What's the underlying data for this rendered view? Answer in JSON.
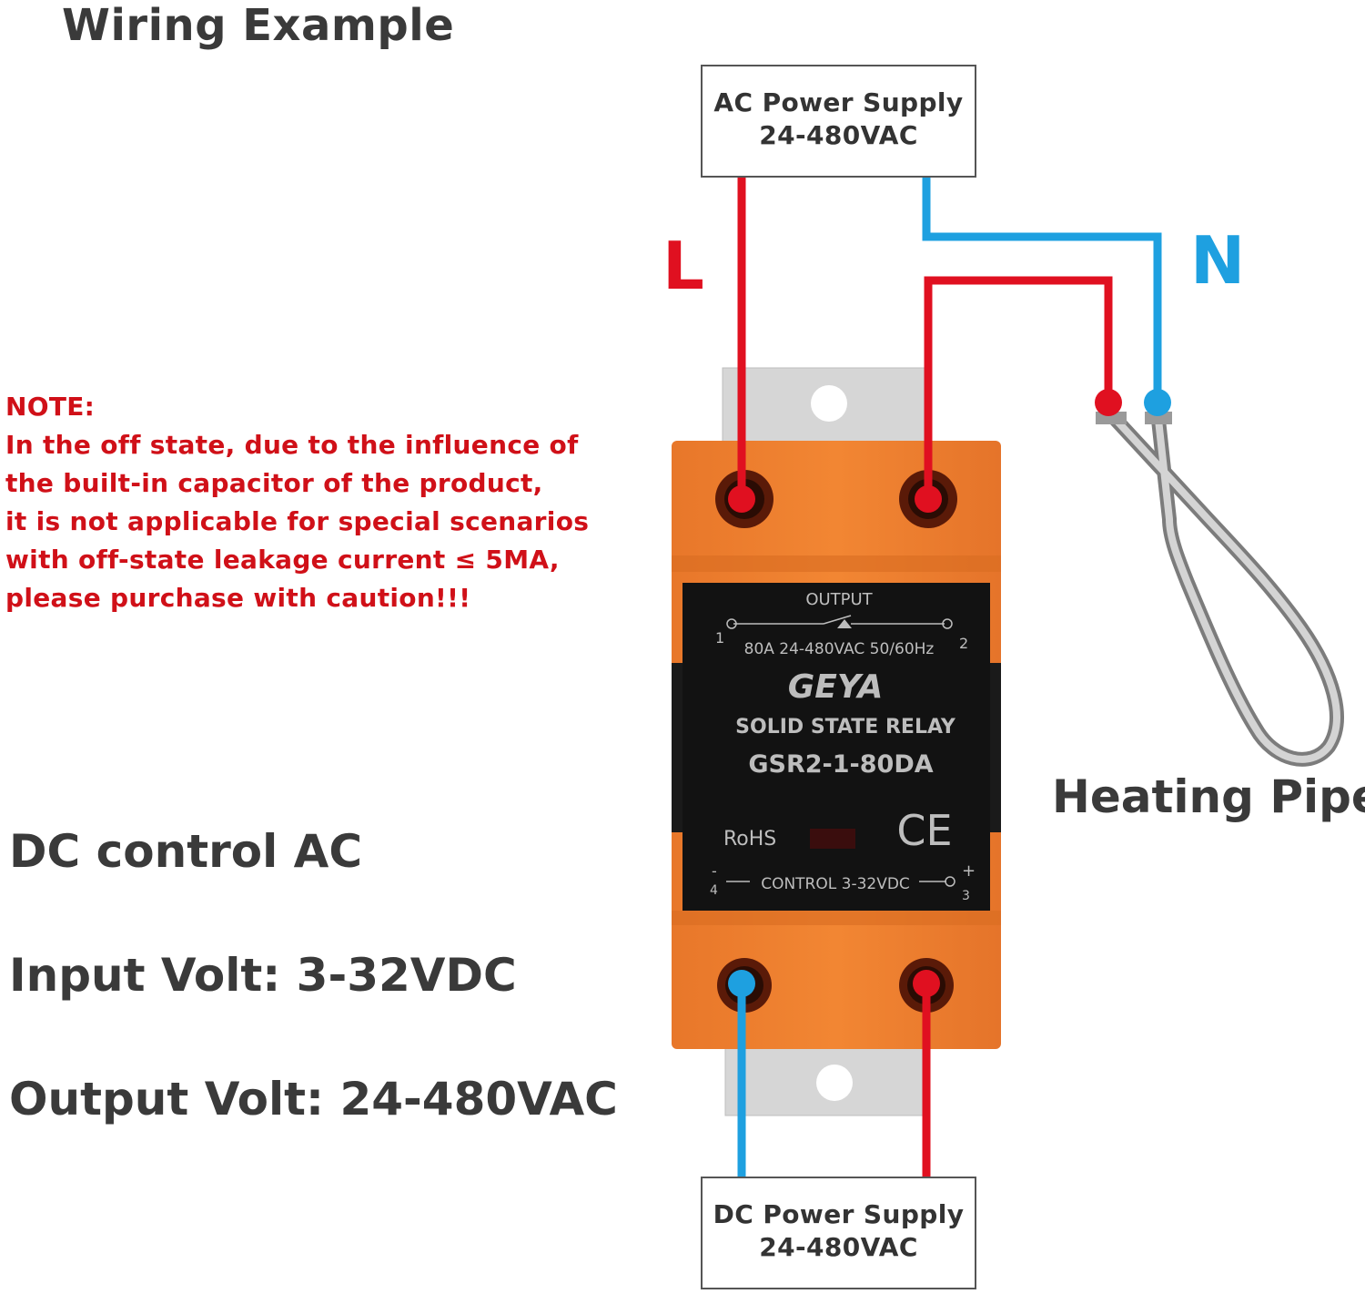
{
  "title": "Wiring Example",
  "note": {
    "lines": [
      "NOTE:",
      "In the off state, due to the influence of",
      "the built-in capacitor of the product,",
      "it is not applicable for special scenarios",
      "with off-state leakage current ≤ 5MA,",
      "please purchase with caution!!!"
    ]
  },
  "specs": {
    "mode": "DC control AC",
    "input": "Input Volt: 3-32VDC",
    "output": "Output Volt: 24-480VAC"
  },
  "ac_supply": {
    "line1": "AC Power Supply",
    "line2": "24-480VAC"
  },
  "dc_supply": {
    "line1": "DC Power Supply",
    "line2": "24-480VAC"
  },
  "labels": {
    "live": "L",
    "neutral": "N",
    "load": "Heating Pipe"
  },
  "relay": {
    "output_label": "OUTPUT",
    "output_rating": "80A 24-480VAC 50/60Hz",
    "brand": "GEYA",
    "product": "SOLID STATE RELAY",
    "model": "GSR2-1-80DA",
    "rohs": "RoHS",
    "ce": "CE",
    "control_label": "CONTROL  3-32VDC",
    "terminal_1": "1",
    "terminal_2": "2",
    "terminal_3": "3",
    "terminal_4": "4",
    "minus": "-",
    "plus": "+"
  },
  "colors": {
    "live_wire": "#e01020",
    "neutral_wire": "#1ea0e0",
    "relay_housing": "#ef7f2d",
    "relay_face": "#141414",
    "text_note": "#d01018",
    "text_dark": "#3a3a3a"
  }
}
